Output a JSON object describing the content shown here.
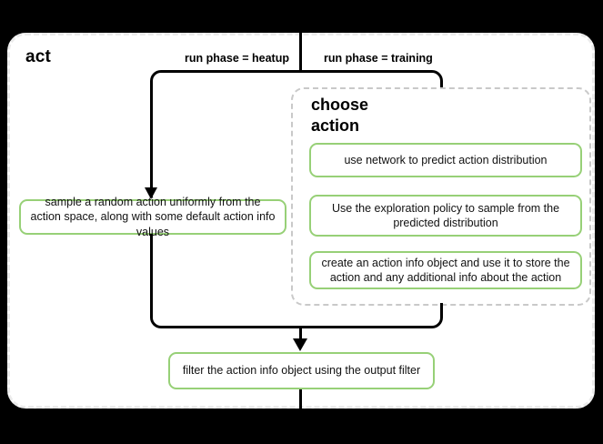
{
  "diagram": {
    "title": "act",
    "group_title": "choose action",
    "edge_labels": {
      "heatup": "run phase = heatup",
      "training": "run phase = training"
    },
    "nodes": {
      "sample_random": "sample a random action uniformly from the action space, along with some default action info values",
      "predict_distribution": "use network to predict action distribution",
      "exploration_sample": "Use the exploration policy to sample from the predicted distribution",
      "create_action_info": "create an action info object and use it to store the action and any additional info about the action",
      "filter_output": "filter the action info object using the output filter"
    },
    "colors": {
      "canvas_bg": "#000000",
      "panel_bg": "#ffffff",
      "panel_border": "#ebebeb",
      "group_border": "#c9c9c9",
      "node_border": "#97d077",
      "edge": "#000000"
    }
  }
}
